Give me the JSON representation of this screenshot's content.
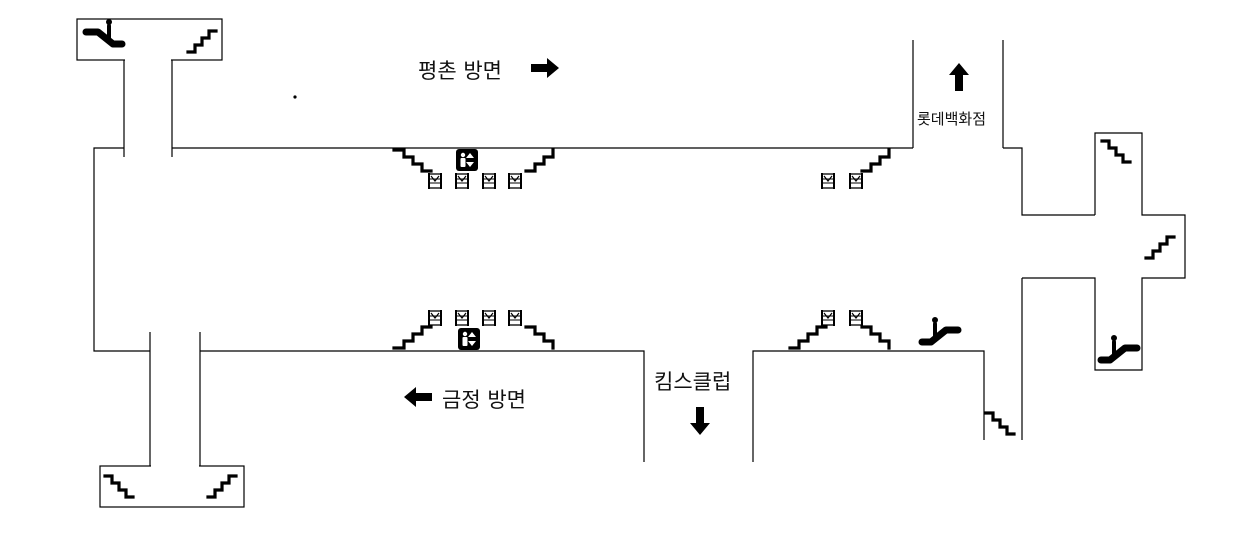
{
  "labels": {
    "pyeongchon": "평촌 방면",
    "geumjeong": "금정 방면",
    "lotte": "롯데백화점",
    "kims": "킴스클럽"
  },
  "icons": {
    "stairs": "stairs-icon",
    "escalator": "escalator-icon",
    "elevator": "elevator-icon",
    "gate": "ticket-gate-icon",
    "arrow": "direction-arrow-icon"
  },
  "colors": {
    "line": "#000000",
    "background": "#ffffff"
  }
}
